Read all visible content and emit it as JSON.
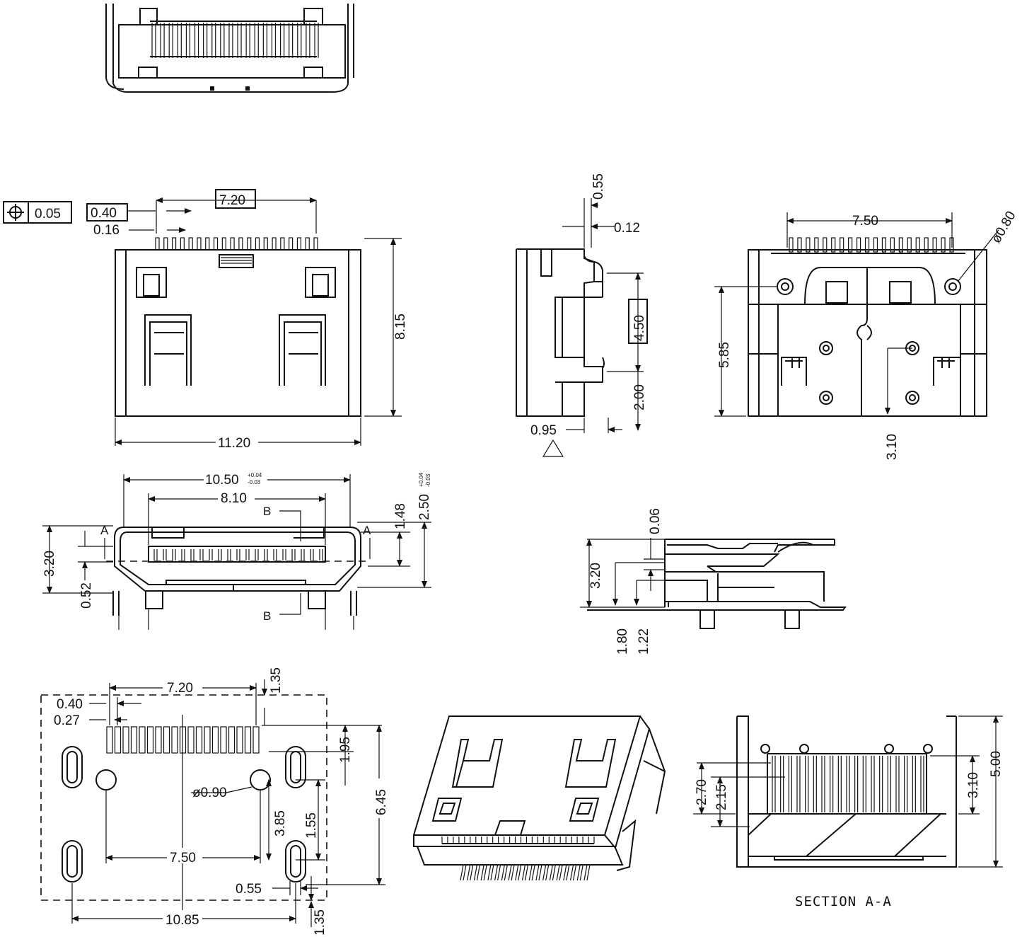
{
  "tolerance_frame": {
    "symbol": "⊕",
    "value": "0.05"
  },
  "front_view": {
    "pitch_box": "0.40",
    "pin_width": "0.16",
    "pin_span": "7.20",
    "height": "8.15",
    "width": "11.20"
  },
  "side_view": {
    "top_gap": "0.55",
    "lead_thickness": "0.12",
    "center_height": "4.50",
    "lower_offset": "2.00",
    "lead_length": "0.95"
  },
  "bottom_view": {
    "pin_span": "7.50",
    "hole_dia": "ø0.80",
    "height": "5.85",
    "hole_offset": "3.10"
  },
  "face_view": {
    "outer_width": "10.50",
    "outer_tol_upper": "+0.04",
    "outer_tol_lower": "-0.03",
    "inner_width": "8.10",
    "section_label_a": "A",
    "section_label_b": "B",
    "height": "3.20",
    "tongue_offset": "1.48",
    "overall_height": "2.50",
    "overall_tol_upper": "+0.04",
    "overall_tol_lower": "-0.03",
    "lead_offset": "0.52"
  },
  "section_b": {
    "gap": "0.06",
    "height": "3.20",
    "lower_a": "1.80",
    "lower_b": "1.22"
  },
  "pcb_layout": {
    "pin_span": "7.20",
    "pad_pitch": "0.40",
    "pad_width": "0.27",
    "top_clearance": "1.35",
    "pad_length": "1.95",
    "overall_height": "6.45",
    "hole_dia": "ø0.90",
    "hole_offset": "3.85",
    "slot_offset": "1.55",
    "hole_span": "7.50",
    "slot_width": "0.55",
    "bottom_clearance": "1.35",
    "overall_width": "10.85"
  },
  "section_a": {
    "height_outer": "2.70",
    "height_inner": "2.15",
    "depth_a": "3.10",
    "depth_b": "5.00",
    "caption": "SECTION A-A"
  }
}
